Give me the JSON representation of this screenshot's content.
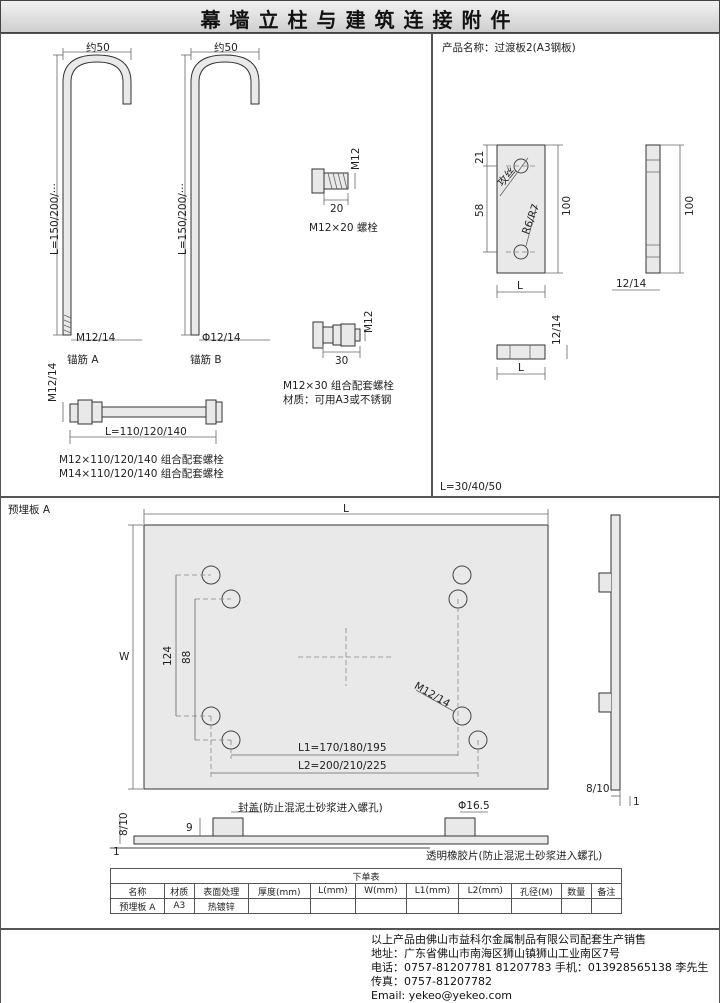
{
  "title": "幕墙立柱与建筑连接附件",
  "anchor_a": {
    "width_label": "约50",
    "length_label": "L=150/200/···",
    "thread_label": "M12/14",
    "name": "锚筋 A"
  },
  "anchor_b": {
    "width_label": "约50",
    "length_label": "L=150/200/···",
    "dia_label": "Φ12/14",
    "name": "锚筋 B"
  },
  "bolt_m12x20": {
    "size_label": "M12",
    "len_label": "20",
    "caption": "M12×20 螺栓"
  },
  "bolt_m12x30": {
    "size_label": "M12",
    "len_label": "30",
    "caption_1": "M12×30 组合配套螺栓",
    "caption_2": "材质：可用A3或不锈钢"
  },
  "long_bolt": {
    "size_label": "M12/14",
    "len_label": "L=110/120/140",
    "caption_1": "M12×110/120/140 组合配套螺栓",
    "caption_2": "M14×110/120/140 组合配套螺栓"
  },
  "transition_plate": {
    "product_name": "产品名称：过渡板2(A3钢板)",
    "dim_21": "21",
    "dim_58": "58",
    "dim_100": "100",
    "dim_100_side": "100",
    "slot_label": "攻丝",
    "radius_label": "R6/R7",
    "width_label": "L",
    "thk_label": "12/14",
    "bottom_thk_label": "12/14",
    "bottom_width_label": "L",
    "length_note": "L=30/40/50"
  },
  "embed_plate": {
    "section_title": "预埋板 A",
    "L_label": "L",
    "W_label": "W",
    "dim_124": "124",
    "dim_88": "88",
    "hole_label": "M12/14",
    "l1_label": "L1=170/180/195",
    "l2_label": "L2=200/210/225",
    "side_thk_label": "8/10",
    "side_1_label": "1",
    "cap_label": "封盖(防止混泥土砂浆进入螺孔)",
    "dia_label": "Φ16.5",
    "sec_thk_label": "8/10",
    "sec_9_label": "9",
    "sec_1_label": "1",
    "rubber_label": "透明橡胶片(防止混泥土砂浆进入螺孔)"
  },
  "table": {
    "caption": "下单表",
    "headers": [
      "名称",
      "材质",
      "表面处理",
      "厚度(mm)",
      "L(mm)",
      "W(mm)",
      "L1(mm)",
      "L2(mm)",
      "孔径(M)",
      "数量",
      "备注"
    ],
    "row": [
      "预埋板 A",
      "A3",
      "热镀锌",
      "",
      "",
      "",
      "",
      "",
      "",
      "",
      ""
    ]
  },
  "contact": {
    "line1": "以上产品由佛山市益科尔金属制品有限公司配套生产销售",
    "line2": "地址：广东省佛山市南海区狮山镇狮山工业南区7号",
    "line3": "电话：0757-81207781 81207783   手机：013928565138  李先生",
    "line4": "传真：0757-81207782",
    "line5": "Email: yekeo@yekeo.com"
  }
}
